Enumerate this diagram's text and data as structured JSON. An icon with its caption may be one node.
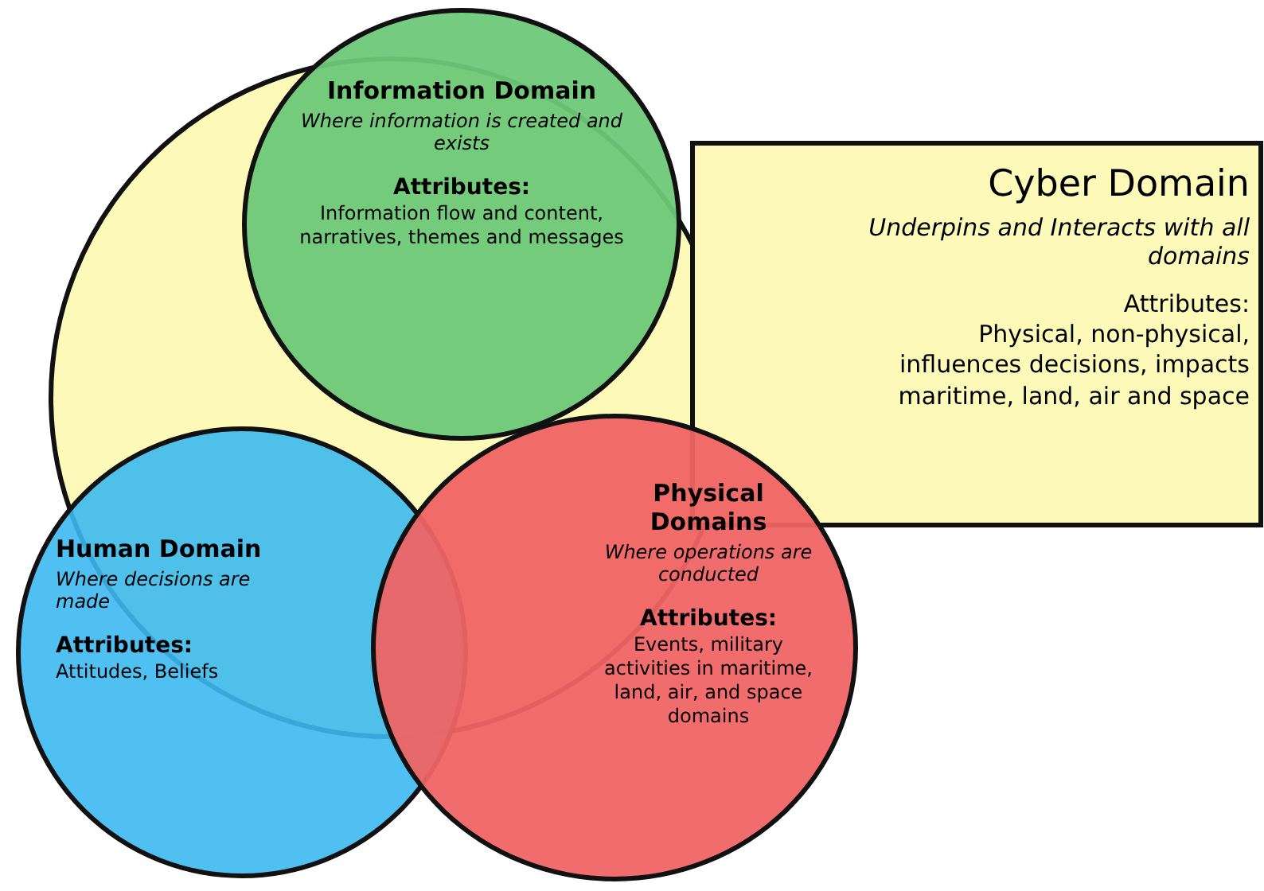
{
  "diagram": {
    "nodes": [
      {
        "text": [
          "Cyber Domain",
          "Underpins and Interacts with all domains",
          "Attributes:",
          "Physical, non-physical, influences decisions, impacts maritime, land, air and space"
        ]
      },
      {
        "text": [
          "Information Domain",
          "Where information is created and exists",
          "Attributes:",
          "Information flow and content, narratives, themes and messages"
        ]
      },
      {
        "text": [
          "Human Domain",
          "Where decisions are made",
          "Attributes:",
          "Attitudes, Beliefs"
        ]
      },
      {
        "text": [
          "Physical Domains",
          "Where operations are conducted",
          "Attributes:",
          "Events, military activities in maritime, land, air, and space domains"
        ]
      }
    ]
  }
}
